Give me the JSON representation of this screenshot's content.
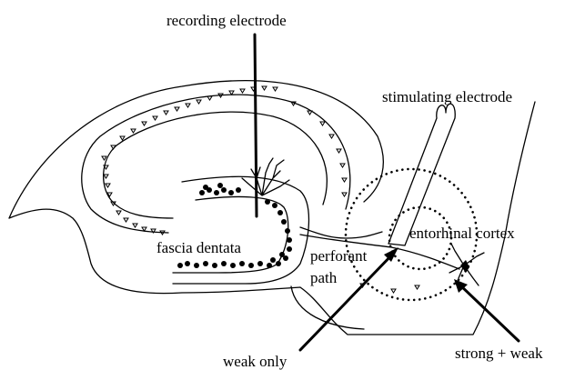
{
  "labels": {
    "recording_electrode": "recording electrode",
    "stimulating_electrode": "stimulating electrode",
    "entorhinal_cortex": "entorhinal cortex",
    "fascia_dentata": "fascia dentata",
    "perforant_path_line1": "perforant",
    "perforant_path_line2": "path",
    "weak_only": "weak only",
    "strong_weak": "strong + weak"
  },
  "colors": {
    "ink": "#000000",
    "background": "#ffffff"
  }
}
